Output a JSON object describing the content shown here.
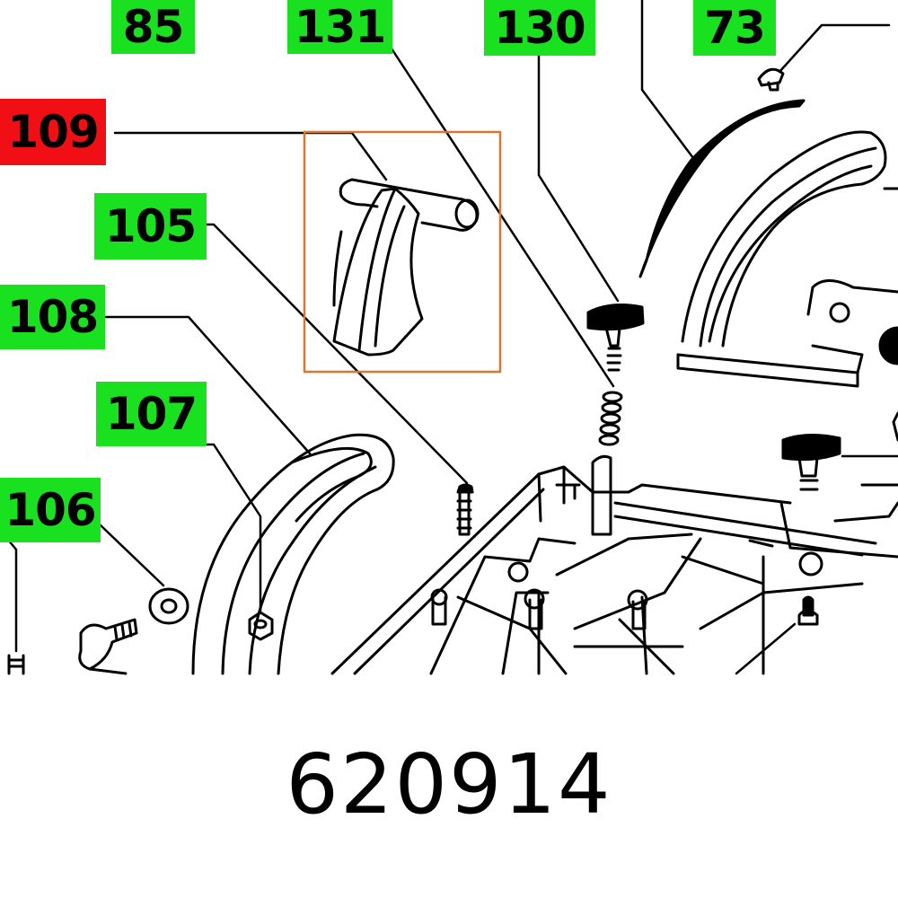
{
  "diagram": {
    "labels": [
      {
        "key": "85",
        "text": "85",
        "status": "default"
      },
      {
        "key": "131",
        "text": "131",
        "status": "default"
      },
      {
        "key": "130",
        "text": "130",
        "status": "default"
      },
      {
        "key": "73",
        "text": "73",
        "status": "default"
      },
      {
        "key": "109",
        "text": "109",
        "status": "selected"
      },
      {
        "key": "105",
        "text": "105",
        "status": "default"
      },
      {
        "key": "108",
        "text": "108",
        "status": "default"
      },
      {
        "key": "107",
        "text": "107",
        "status": "default"
      },
      {
        "key": "106",
        "text": "106",
        "status": "default"
      }
    ],
    "highlighted_part": "109",
    "part_number": "620914"
  },
  "colors": {
    "label_default": "#19e11f",
    "label_selected": "#ef0f15",
    "highlight_frame": "#d9782c",
    "drawing": "#000000"
  }
}
